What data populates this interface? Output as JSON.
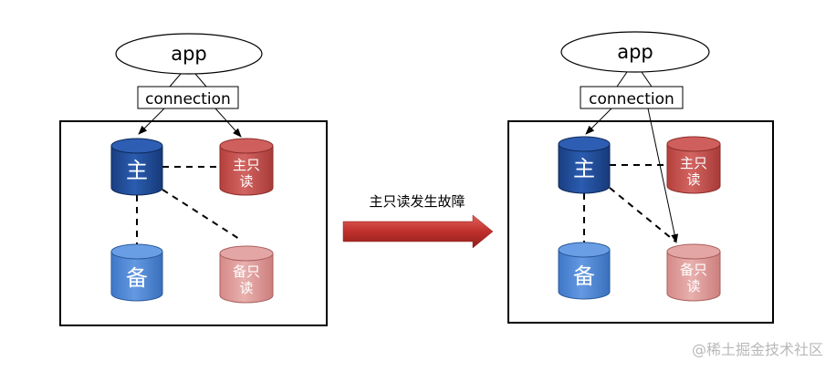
{
  "before": {
    "app_label": "app",
    "connection_label": "connection",
    "primary_label": "主",
    "primary_readonly_label": [
      "主只",
      "读"
    ],
    "standby_label": "备",
    "standby_readonly_label": [
      "备只",
      "读"
    ]
  },
  "transition": {
    "label": "主只读发生故障"
  },
  "after": {
    "app_label": "app",
    "connection_label": "connection",
    "primary_label": "主",
    "primary_readonly_label": [
      "主只",
      "读"
    ],
    "standby_label": "备",
    "standby_readonly_label": [
      "备只",
      "读"
    ]
  },
  "watermark": "@稀土掘金技术社区",
  "colors": {
    "primary_db": "#1f4e9c",
    "standby_db": "#4a86d8",
    "primary_readonly_db": "#c0504d",
    "standby_readonly_db": "#d99694",
    "arrow": "#c0302c"
  }
}
